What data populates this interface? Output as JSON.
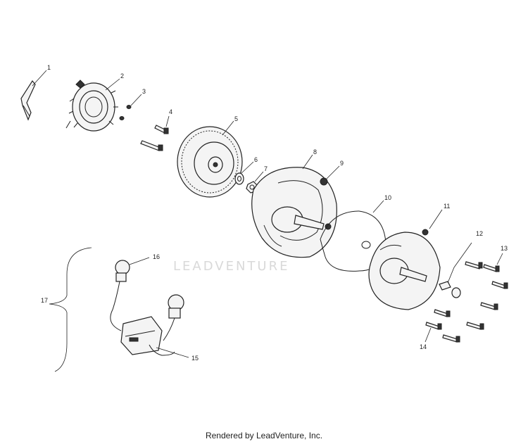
{
  "diagram": {
    "callouts": [
      "1",
      "2",
      "3",
      "4",
      "5",
      "6",
      "7",
      "8",
      "9",
      "10",
      "11",
      "12",
      "13",
      "14",
      "15",
      "16",
      "17"
    ],
    "watermark": "LEADVENTURE"
  },
  "footer": {
    "text": "Rendered by LeadVenture, Inc."
  }
}
